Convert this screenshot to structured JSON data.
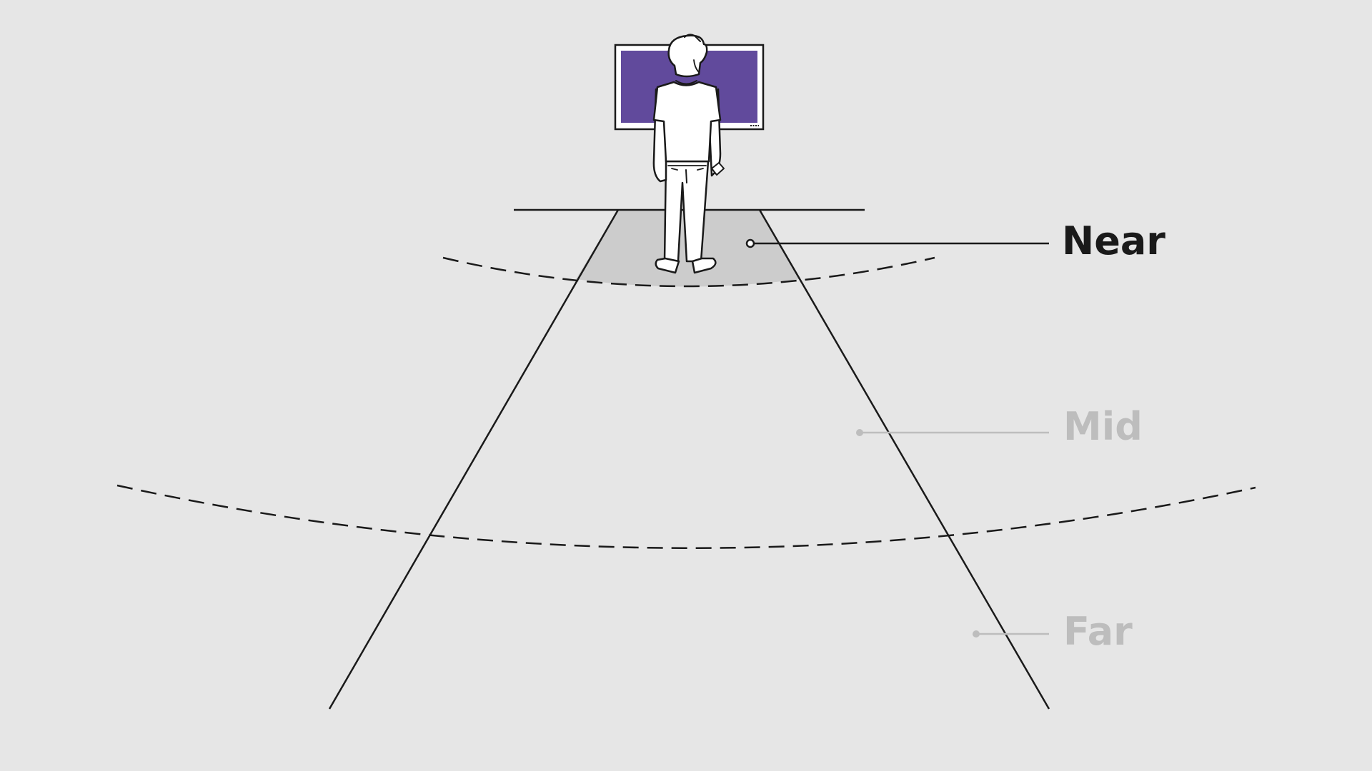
{
  "colors": {
    "background": "#e6e6e6",
    "line": "#1a1a1a",
    "near_zone_fill": "#cccccc",
    "screen_fill": "#614a9c",
    "inactive_label": "#bdbdbd",
    "active_label": "#1a1a1a"
  },
  "zones": [
    {
      "id": "near",
      "label": "Near",
      "active": true
    },
    {
      "id": "mid",
      "label": "Mid",
      "active": false
    },
    {
      "id": "far",
      "label": "Far",
      "active": false
    }
  ],
  "icons": {
    "tv": "tv-screen-icon",
    "person": "person-standing-back-view-icon",
    "remote": "remote-control-icon"
  }
}
